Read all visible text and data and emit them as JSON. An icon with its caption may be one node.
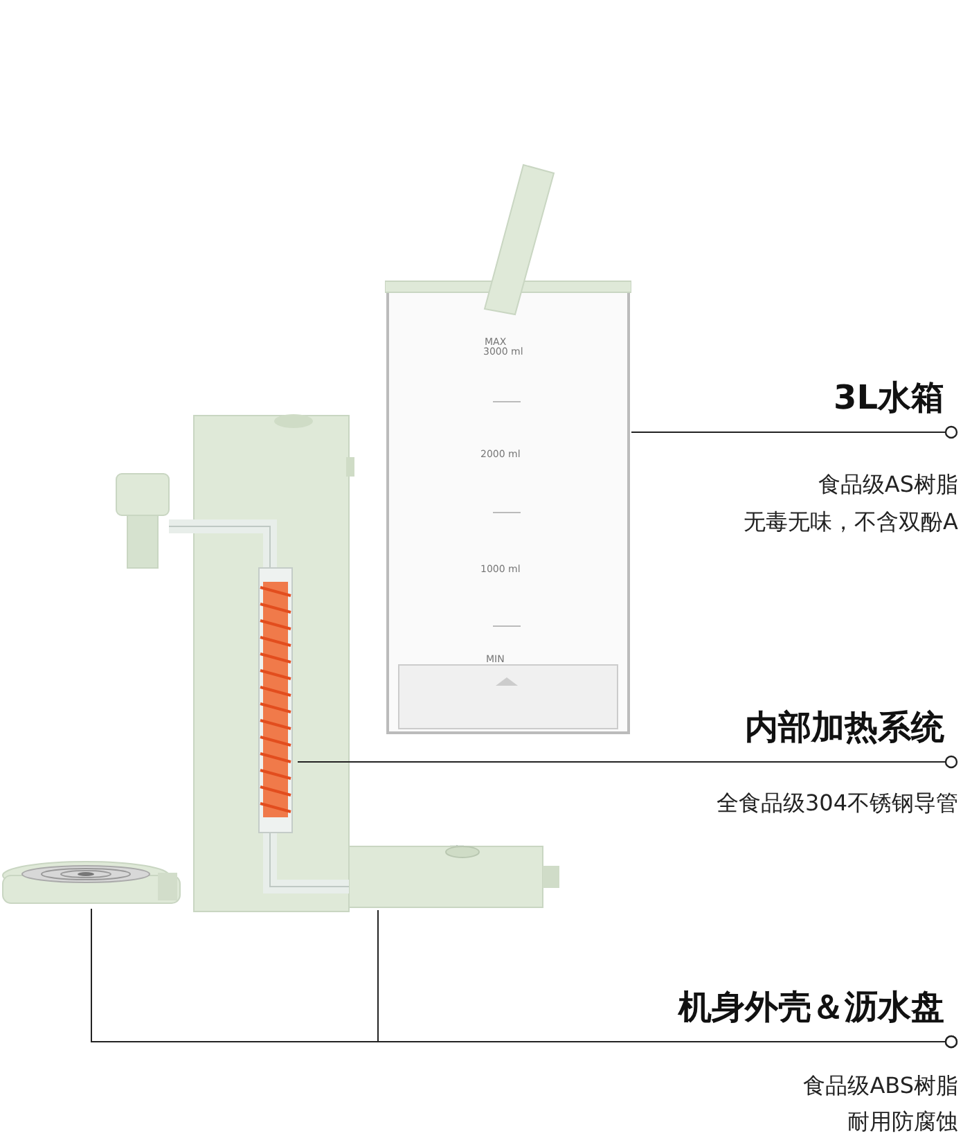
{
  "diagram": {
    "nodes": [
      {
        "text": [
          "3L水箱"
        ],
        "beside": [
          "食品级AS树脂",
          "无毒无味，不含双酚A"
        ]
      },
      {
        "text": [
          "内部加热系统"
        ],
        "beside": [
          "全食品级304不锈钢导管"
        ]
      },
      {
        "text": [
          "机身外壳＆沥水盘"
        ],
        "beside": [
          "食品级ABS树脂",
          "耐用防腐蚀"
        ]
      },
      {
        "text": [],
        "shape": "picture"
      },
      {
        "text": [],
        "shape": "picture"
      },
      {
        "text": [],
        "shape": "picture"
      },
      {
        "text": [],
        "shape": "picture"
      }
    ],
    "edges": [
      {
        "from": 0,
        "to": 3,
        "arrow": "other"
      },
      {
        "from": 1,
        "to": 4,
        "arrow": "other"
      },
      {
        "from": 2,
        "to": 5,
        "arrow": "other"
      },
      {
        "from": 2,
        "to": 6,
        "arrow": "other"
      }
    ],
    "labels": [
      "MAX",
      "3000 ml",
      "2000 ml",
      "1000 ml",
      "MIN"
    ]
  }
}
